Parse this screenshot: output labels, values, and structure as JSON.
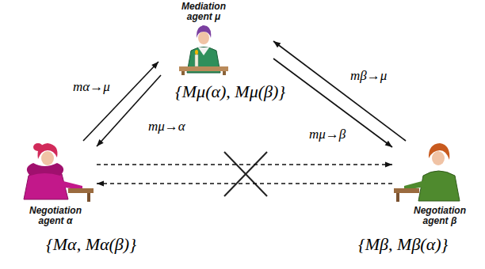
{
  "diagram": {
    "nodes": [
      {
        "text": [
          "Mediation agent μ",
          "{Mμ(α), Mμ(β)}"
        ]
      },
      {
        "text": [
          "Negotiation agent α",
          "{Mα, Mα(β)}"
        ]
      },
      {
        "text": [
          "Negotiation agent β",
          "{Mβ, Mβ(α)}"
        ]
      }
    ],
    "edges": [
      {
        "from": 1,
        "to": 0,
        "label": "mα→μ",
        "arrow": "to"
      },
      {
        "from": 0,
        "to": 1,
        "label": "mμ→α",
        "arrow": "to"
      },
      {
        "from": 2,
        "to": 0,
        "label": "mβ→μ",
        "arrow": "to"
      },
      {
        "from": 0,
        "to": 2,
        "label": "mμ→β",
        "arrow": "to"
      },
      {
        "from": 1,
        "to": 2,
        "arrow": "to"
      },
      {
        "from": 2,
        "to": 1,
        "arrow": "to"
      }
    ]
  }
}
